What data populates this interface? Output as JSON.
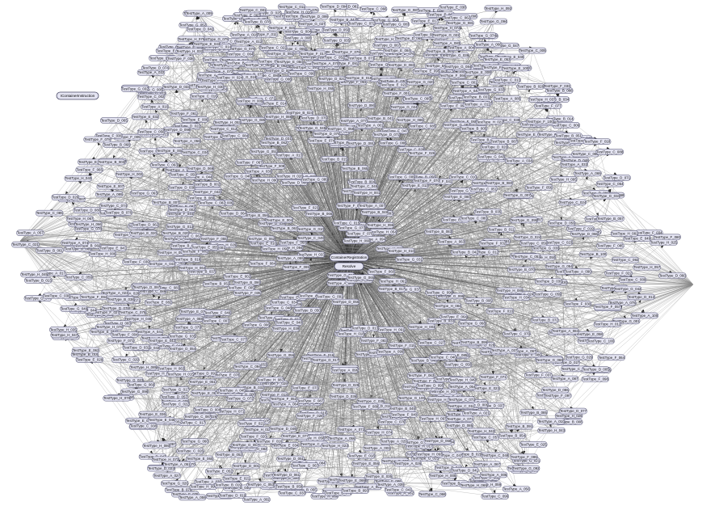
{
  "diagram": {
    "hub_nodes": {
      "container": "ContainerRegistration",
      "resolve": "Resolve",
      "container_instruction": "IContainerInstruction"
    },
    "type_nodes": [
      "TestType_H_011",
      "TestType_G_058",
      "TestType_B_010",
      "TestType_F_082",
      "TestType_E_033",
      "TestType_D_020",
      "TestType_H_041",
      "TestType_H_082",
      "TestType_C_060",
      "TestType_A_065",
      "TestType_D_073",
      "TestType_F_050",
      "TestType_A_036",
      "TestType_E_021",
      "TestType_C_093",
      "TestType_H_079",
      "TestType_B_088",
      "TestType_G_013",
      "TestType_E_002",
      "TestType_C_001",
      "TestType_H_090",
      "TestType_G_047",
      "TestType_F_046",
      "TestType_C_046",
      "TestType_C_036",
      "TestType_F_031",
      "TestType_H_051",
      "TestType_G_078",
      "TestType_A_025",
      "TestType_C_027",
      "TestType_E_090",
      "TestType_C_015",
      "TestType_D_059",
      "TestType_G_010",
      "TestType_E_031",
      "TestType_H_020",
      "TestType_B_021",
      "TestType_H_043",
      "TestType_A_067",
      "TestType_F_063",
      "TestType_B_013",
      "TestType_F_009",
      "TestType_B_024",
      "TestType_D_028",
      "TestType_H_048",
      "TestType_F_076",
      "TestType_A_006",
      "TestType_C_005",
      "TestType_D_045",
      "TestType_G_091",
      "TestType_E_061",
      "TestType_H_082",
      "TestType_D_018",
      "TestType_A_086",
      "TestType_E_001",
      "TestType_C_039",
      "TestType_G_005",
      "TestType_C_044",
      "TestType_C_025",
      "TestType_C_017",
      "TestType_B_061",
      "TestType_B_096",
      "TestType_A_008",
      "TestType_G_085",
      "TestType_D_057",
      "TestType_G_003",
      "TestType_E_091",
      "TestType_C_074",
      "TestType_F_068",
      "TestType_E_028",
      "TestType_B_011",
      "TestType_A_069",
      "TestType_B_046",
      "TestType_D_031",
      "TestType_A_066",
      "TestType_E_024",
      "TestType_C_071",
      "TestType_C_042",
      "TestType_D_039",
      "TestType_F_022",
      "TestType_F_095",
      "TestType_A_019",
      "TestType_H_077",
      "TestType_E_094",
      "TestType_F_034",
      "TestType_C_004",
      "TestType_G_012",
      "TestType_C_019",
      "TestType_D_060",
      "TestType_B_072",
      "TestType_D_040",
      "TestType_A_091",
      "TestType_H_039",
      "TestType_F_071",
      "TestType_H_033",
      "TestType_H_004",
      "TestType_C_020",
      "TestType_F_080",
      "TestType_A_041",
      "TestType_E_042",
      "TestType_D_090",
      "TestType_E_047",
      "TestType_F_069",
      "TestType_G_027",
      "TestType_B_081",
      "TestType_E_065",
      "TestType_A_093",
      "TestType_C_034",
      "TestType_B_026",
      "TestType_D_070",
      "TestType_A_003",
      "TestType_C_043",
      "TestType_B_082",
      "TestType_G_041",
      "TestType_F_065",
      "TestType_A_048",
      "TestType_H_054",
      "TestType_C_026",
      "TestType_E_087",
      "TestType_D_007",
      "TestType_G_097",
      "TestType_D_048",
      "TestType_B_037",
      "TestType_A_044",
      "TestType_E_080",
      "TestType_H_086",
      "TestType_E_025",
      "TestType_H_068",
      "TestType_F_059",
      "TestType_G_070",
      "TestType_B_094",
      "TestType_D_012",
      "TestType_B_062",
      "TestType_C_063",
      "TestType_C_069",
      "TestType_E_057",
      "TestType_G_088",
      "TestType_D_063",
      "TestType_F_086",
      "TestType_A_030",
      "TestType_H_061",
      "TestType_C_091",
      "TestType_E_046",
      "TestType_G_048",
      "TestType_B_074",
      "TestType_D_096",
      "TestType_A_087",
      "TestType_F_019",
      "TestType_H_066",
      "TestType_E_034",
      "TestType_C_012",
      "TestType_G_004",
      "TestType_D_071",
      "TestType_B_045",
      "TestType_A_017",
      "TestType_F_006",
      "TestType_H_029",
      "TestType_E_070",
      "TestType_C_083",
      "TestType_G_099",
      "TestType_B_069",
      "TestType_D_081",
      "TestType_A_057",
      "TestType_F_027",
      "TestType_H_065",
      "TestType_E_015",
      "TestType_C_055",
      "TestType_G_032",
      "TestType_B_008",
      "TestType_D_085",
      "TestType_A_040",
      "TestType_F_048",
      "TestType_H_044",
      "TestType_E_093",
      "TestType_C_086",
      "TestType_G_071",
      "TestType_B_036",
      "TestType_D_025",
      "TestType_A_082",
      "TestType_F_011",
      "TestType_H_057",
      "TestType_E_068",
      "TestType_C_014",
      "TestType_G_008",
      "TestType_B_097",
      "TestType_D_040",
      "TestType_A_034",
      "TestType_F_075",
      "TestType_H_017",
      "TestType_E_054",
      "TestType_C_067",
      "TestType_G_061",
      "TestType_B_050",
      "TestType_D_066",
      "TestType_A_075",
      "TestType_F_044",
      "TestType_H_007",
      "TestType_E_099",
      "TestType_C_052",
      "TestType_G_023",
      "TestType_B_006",
      "TestType_D_094",
      "TestType_A_053",
      "TestType_F_090",
      "TestType_H_096",
      "TestType_E_012",
      "TestType_C_080",
      "TestType_G_066",
      "TestType_B_030",
      "TestType_D_001",
      "TestType_A_013",
      "TestType_F_058",
      "TestType_H_021",
      "TestType_E_076",
      "TestType_C_098",
      "TestType_G_037",
      "TestType_B_058",
      "TestType_D_034",
      "TestType_A_089",
      "TestType_F_003",
      "TestType_H_092",
      "TestType_E_039",
      "TestType_C_006",
      "TestType_G_082",
      "TestType_B_077",
      "TestType_D_052",
      "TestType_A_022",
      "TestType_F_037",
      "TestType_H_035",
      "TestType_E_063",
      "TestType_C_088",
      "TestType_G_019",
      "TestType_B_041",
      "TestType_D_078",
      "TestType_A_061",
      "TestType_F_079",
      "TestType_H_014",
      "TestType_E_085",
      "TestType_C_031",
      "TestType_G_093",
      "TestType_B_016",
      "TestType_D_009",
      "TestType_A_098",
      "TestType_F_024",
      "TestType_H_059",
      "TestType_E_006",
      "TestType_C_077",
      "TestType_G_055",
      "TestType_B_089",
      "TestType_D_046",
      "TestType_A_027",
      "TestType_F_067",
      "TestType_H_026",
      "TestType_E_051",
      "TestType_C_010",
      "TestType_G_030",
      "TestType_B_053",
      "TestType_D_088",
      "TestType_A_071",
      "TestType_F_015",
      "TestType_H_072",
      "TestType_E_097",
      "TestType_C_049",
      "TestType_G_063",
      "TestType_B_002",
      "TestType_D_022",
      "TestType_A_046",
      "TestType_F_092",
      "TestType_H_002",
      "TestType_E_044",
      "TestType_C_095",
      "TestType_G_016",
      "TestType_B_065",
      "TestType_D_067",
      "TestType_A_010",
      "TestType_F_053",
      "TestType_H_046",
      "TestType_E_018",
      "TestType_C_058",
      "TestType_G_075",
      "TestType_B_033",
      "TestType_D_014",
      "TestType_A_079",
      "TestType_F_041",
      "TestType_H_085",
      "TestType_E_072",
      "TestType_C_024",
      "TestType_G_050",
      "TestType_B_079",
      "TestType_D_076",
      "TestType_A_050",
      "TestType_F_005",
      "TestType_H_008",
      "TestType_E_058",
      "TestType_C_064",
      "TestType_G_086",
      "TestType_B_027",
      "TestType_D_037",
      "TestType_A_094",
      "TestType_F_073",
      "TestType_H_063",
      "TestType_E_009",
      "TestType_C_037",
      "TestType_G_024",
      "TestType_B_092",
      "TestType_D_082",
      "TestType_A_032",
      "TestType_F_029",
      "TestType_H_019",
      "TestType_E_081",
      "TestType_C_082",
      "TestType_G_044",
      "TestType_B_014",
      "TestType_D_055",
      "TestType_A_084",
      "TestType_F_061",
      "TestType_H_098",
      "TestType_E_036",
      "TestType_C_003",
      "TestType_G_096",
      "TestType_B_057",
      "TestType_D_004",
      "TestType_A_055",
      "TestType_F_096",
      "TestType_H_038",
      "TestType_E_066",
      "TestType_C_070",
      "TestType_G_001",
      "TestType_B_043",
      "TestType_D_093",
      "TestType_A_015",
      "TestType_F_035",
      "TestType_H_074",
      "TestType_E_003",
      "TestType_C_090",
      "TestType_G_068",
      "TestType_B_023",
      "TestType_D_043",
      "TestType_A_073",
      "TestType_F_087",
      "TestType_H_031",
      "TestType_E_075",
      "TestType_C_018",
      "TestType_G_039",
      "TestType_B_084",
      "TestType_D_016",
      "TestType_A_038",
      "TestType_F_012",
      "TestType_H_094",
      "TestType_E_049",
      "TestType_C_061",
      "TestType_G_081",
      "TestType_B_040",
      "TestType_D_074",
      "TestType_A_060",
      "TestType_F_055",
      "TestType_H_005",
      "TestType_E_092",
      "TestType_C_028",
      "TestType_G_014",
      "TestType_B_068",
      "TestType_D_029",
      "TestType_A_001",
      "TestType_F_083",
      "TestType_H_053",
      "TestType_E_027",
      "TestType_C_075",
      "TestType_G_053",
      "TestType_B_009",
      "TestType_D_062",
      "TestType_A_081",
      "TestType_F_018",
      "TestType_H_025",
      "TestType_E_060",
      "TestType_C_040",
      "TestType_G_090",
      "TestType_B_099",
      "TestType_D_051",
      "TestType_A_043",
      "TestType_F_072",
      "TestType_H_088",
      "TestType_E_014",
      "TestType_C_092",
      "TestType_G_026",
      "TestType_B_048",
      "TestType_D_098",
      "TestType_A_063",
      "TestType_F_039",
      "TestType_H_012",
      "TestType_E_084",
      "TestType_C_008",
      "TestType_G_064",
      "TestType_B_075",
      "TestType_D_032",
      "TestType_A_096",
      "TestType_F_002",
      "TestType_H_067",
      "TestType_E_040",
      "TestType_C_057",
      "TestType_G_007",
      "TestType_B_020",
      "TestType_D_079",
      "TestType_A_029",
      "TestType_F_066",
      "TestType_H_040",
      "TestType_E_088",
      "TestType_C_023",
      "TestType_G_042",
      "TestType_B_091",
      "TestType_D_006",
      "TestType_A_077",
      "TestType_F_025",
      "TestType_H_081",
      "TestType_E_011",
      "TestType_C_066",
      "TestType_G_076",
      "TestType_B_034",
      "TestType_D_087",
      "TestType_A_012",
      "TestType_F_093",
      "TestType_H_016",
      "TestType_E_062",
      "TestType_C_097",
      "TestType_G_035",
      "TestType_B_055",
      "TestType_D_027",
      "TestType_A_090",
      "TestType_F_047",
      "TestType_H_060",
      "TestType_E_035",
      "TestType_C_038",
      "TestType_G_094",
      "TestType_B_005",
      "TestType_D_058",
      "TestType_A_047",
      "TestType_F_008",
      "TestType_H_095",
      "TestType_E_078",
      "TestType_C_011",
      "TestType_G_021",
      "TestType_B_064",
      "TestType_D_092",
      "TestType_A_020",
      "TestType_F_060",
      "TestType_H_023",
      "TestType_E_007",
      "TestType_C_085",
      "TestType_G_059",
      "TestType_B_029",
      "TestType_D_035",
      "TestType_A_068",
      "TestType_F_038",
      "TestType_H_071",
      "TestType_E_052",
      "TestType_C_034",
      "TestType_G_087",
      "TestType_B_087",
      "TestType_D_011",
      "TestType_A_035",
      "TestType_F_085",
      "TestType_H_036",
      "TestType_E_096",
      "TestType_C_047",
      "TestType_G_018",
      "TestType_B_018",
      "TestType_D_068",
      "TestType_A_092",
      "TestType_F_014",
      "TestType_H_089",
      "TestType_E_023",
      "TestType_C_099",
      "TestType_G_072",
      "TestType_B_052",
      "TestType_D_044",
      "TestType_A_007",
      "TestType_F_056",
      "TestType_H_006",
      "TestType_E_067",
      "TestType_C_021",
      "TestType_G_033",
      "TestType_B_095",
      "TestType_D_089",
      "TestType_A_058",
      "TestType_F_021",
      "TestType_H_062",
      "TestType_E_019",
      "TestType_C_078",
      "TestType_G_002",
      "TestType_B_039",
      "TestType_D_003",
      "TestType_A_085",
      "TestType_F_077",
      "TestType_H_034",
      "TestType_E_086",
      "TestType_C_053",
      "TestType_G_079",
      "TestType_B_071",
      "TestType_D_061",
      "TestType_A_024",
      "TestType_F_043",
      "TestType_H_099",
      "TestType_E_043",
      "TestType_C_002",
      "TestType_G_060",
      "TestType_B_012",
      "TestType_D_095",
      "TestType_A_072",
      "TestType_F_097",
      "TestType_H_047",
      "TestType_E_010",
      "TestType_C_089",
      "TestType_G_029",
      "TestType_B_060",
      "TestType_D_024",
      "TestType_A_039",
      "TestType_F_032",
      "TestType_H_078",
      "TestType_E_073",
      "TestType_C_035",
      "TestType_G_057",
      "TestType_B_083",
      "TestType_D_086",
      "TestType_A_004",
      "TestType_F_070",
      "TestType_H_015",
      "TestType_E_029",
      "TestType_C_073",
      "TestType_G_083",
      "TestType_B_025",
      "TestType_D_053",
      "TestType_A_062",
      "TestType_F_010",
      "TestType_H_091",
      "TestType_E_056",
      "TestType_C_009",
      "TestType_G_036",
      "TestType_B_067",
      "TestType_D_015",
      "TestType_A_097",
      "TestType_F_051",
      "TestType_H_052",
      "TestType_E_083",
      "TestType_C_062",
      "TestType_G_011",
      "TestType_B_038",
      "TestType_D_072",
      "TestType_A_033",
      "TestType_F_088",
      "TestType_H_027",
      "TestType_E_004",
      "TestType_C_081",
      "TestType_G_052",
      "TestType_B_093",
      "TestType_D_038",
      "TestType_A_052",
      "TestType_F_026",
      "TestType_H_084",
      "TestType_E_050",
      "TestType_C_029",
      "TestType_G_074",
      "TestType_B_019",
      "TestType_D_097",
      "TestType_A_018",
      "TestType_F_062",
      "TestType_H_009",
      "TestType_E_079",
      "TestType_C_068",
      "TestType_G_025",
      "TestType_B_047",
      "TestType_D_008",
      "TestType_A_083",
      "TestType_F_004",
      "TestType_H_069",
      "TestType_E_038",
      "TestType_C_016",
      "TestType_G_098",
      "TestType_B_078",
      "TestType_D_047",
      "TestType_A_028",
      "TestType_F_081",
      "TestType_H_037",
      "TestType_E_016",
      "TestType_C_094",
      "TestType_G_046",
      "TestType_B_001",
      "TestType_D_084",
      "TestType_A_049",
      "TestType_F_036",
      "TestType_H_097",
      "TestType_E_064",
      "TestType_C_054",
      "TestType_G_015",
      "TestType_B_056",
      "TestType_D_019",
      "TestType_A_009",
      "TestType_F_057",
      "TestType_H_042",
      "TestType_E_098",
      "TestType_C_033",
      "TestType_G_067",
      "TestType_B_098",
      "TestType_D_064",
      "TestType_A_076",
      "TestType_F_016",
      "TestType_H_075",
      "TestType_E_026",
      "TestType_C_084",
      "TestType_G_040",
      "TestType_B_035",
      "TestType_D_002",
      "TestType_A_042",
      "TestType_F_091",
      "TestType_H_018",
      "TestType_E_071",
      "TestType_C_022",
      "TestType_G_089",
      "TestType_B_063",
      "TestType_D_077",
      "TestType_A_064",
      "TestType_F_033",
      "TestType_H_056",
      "TestType_E_013",
      "TestType_C_065",
      "TestType_G_020",
      "TestType_B_004",
      "TestType_D_030",
      "TestType_A_095",
      "TestType_F_074",
      "TestType_H_093",
      "TestType_E_089",
      "TestType_C_041",
      "TestType_G_062",
      "TestType_B_076",
      "TestType_D_091",
      "TestType_A_023",
      "TestType_F_042",
      "TestType_H_028",
      "TestType_E_005",
      "TestType_C_096",
      "TestType_G_031",
      "TestType_B_032",
      "TestType_D_056",
      "TestType_A_070",
      "TestType_F_084",
      "TestType_H_064",
      "TestType_E_055",
      "TestType_C_013",
      "TestType_G_080",
      "TestType_B_086",
      "TestType_D_010",
      "TestType_A_037",
      "TestType_F_020",
      "TestType_H_001",
      "TestType_E_082",
      "TestType_C_059",
      "TestType_G_006",
      "TestType_B_044",
      "TestType_D_069",
      "TestType_A_080",
      "TestType_F_064",
      "TestType_H_045",
      "TestType_E_030",
      "TestType_C_030",
      "TestType_G_054",
      "TestType_B_022",
      "TestType_D_083",
      "TestType_A_014",
      "TestType_F_001",
      "TestType_H_083",
      "TestType_E_095",
      "TestType_C_076",
      "TestType_G_038",
      "TestType_B_066",
      "TestType_D_026",
      "TestType_A_059",
      "TestType_F_089",
      "TestType_H_024",
      "TestType_E_041",
      "TestType_C_007",
      "TestType_G_073",
      "TestType_B_015",
      "TestType_D_065",
      "TestType_A_088",
      "TestType_F_013",
      "TestType_H_070",
      "TestType_E_017",
      "TestType_C_056",
      "TestType_G_022",
      "TestType_B_059",
      "TestType_D_042",
      "TestType_A_031",
      "TestType_F_052",
      "TestType_H_010",
      "TestType_E_069",
      "TestType_C_087",
      "TestType_G_092",
      "TestType_B_007",
      "TestType_D_080",
      "TestType_A_099",
      "TestType_F_030",
      "TestType_H_058",
      "TestType_E_008",
      "TestType_C_048",
      "TestType_G_065",
      "TestType_B_070",
      "TestType_D_013",
      "TestType_A_054",
      "TestType_F_078",
      "TestType_H_030",
      "TestType_E_077",
      "TestType_C_079",
      "TestType_G_017",
      "TestType_B_031",
      "TestType_D_050",
      "TestType_A_021",
      "TestType_F_045",
      "TestType_H_087",
      "TestType_E_048",
      "TestType_C_032",
      "TestType_G_084",
      "TestType_B_090",
      "TestType_D_005",
      "TestType_A_074",
      "TestType_F_099",
      "TestType_H_022",
      "TestType_E_022",
      "TestType_C_072",
      "TestType_G_049",
      "TestType_B_042",
      "TestType_D_075",
      "TestType_A_016",
      "TestType_F_040",
      "TestType_H_073",
      "TestType_E_059",
      "TestType_C_050",
      "TestType_G_009",
      "TestType_B_080",
      "TestType_D_036",
      "TestType_A_056",
      "TestType_F_094",
      "TestType_H_032",
      "TestType_E_037",
      "TestType_C_045",
      "TestType_G_069",
      "TestType_B_017",
      "TestType_D_099",
      "TestType_A_002",
      "TestType_F_023",
      "TestType_H_080",
      "TestType_E_074",
      "TestType_C_100",
      "TestType_G_043",
      "TestType_B_054",
      "TestType_D_017",
      "TestType_A_078",
      "TestType_F_054",
      "TestType_H_013",
      "TestType_E_053",
      "TestType_C_051",
      "TestType_G_095",
      "TestType_B_028",
      "TestType_D_041",
      "TestType_A_045",
      "TestType_F_017",
      "TestType_H_055",
      "TestType_E_032",
      "TestType_C_085",
      "TestType_G_034",
      "TestType_B_073",
      "TestType_D_023",
      "TestType_A_026",
      "TestType_F_098",
      "TestType_H_050",
      "TestType_E_100",
      "TestType_C_053",
      "TestType_G_051",
      "TestType_B_003",
      "TestType_D_054",
      "TestType_A_100",
      "TestType_F_028",
      "TestType_H_003",
      "TestType_E_045",
      "TestType_C_011",
      "TestType_G_056",
      "TestType_B_051",
      "TestType_D_033",
      "TestType_A_011",
      "TestType_F_100",
      "TestType_H_076",
      "TestType_E_020",
      "TestType_C_022",
      "TestType_G_100",
      "TestType_B_085",
      "TestType_D_021",
      "TestType_A_051",
      "TestType_F_049",
      "TestType_H_049",
      "TestType_E_080",
      "TestType_C_095",
      "TestType_G_045",
      "TestType_B_100",
      "TestType_D_049",
      "TestType_A_005",
      "TestType_F_057"
    ],
    "colors": {
      "node_fill": "#e4e4f2",
      "node_stroke": "#6a6a86",
      "edge": "#8a8a8a",
      "arrowhead": "#222222",
      "background": "#ffffff"
    }
  }
}
